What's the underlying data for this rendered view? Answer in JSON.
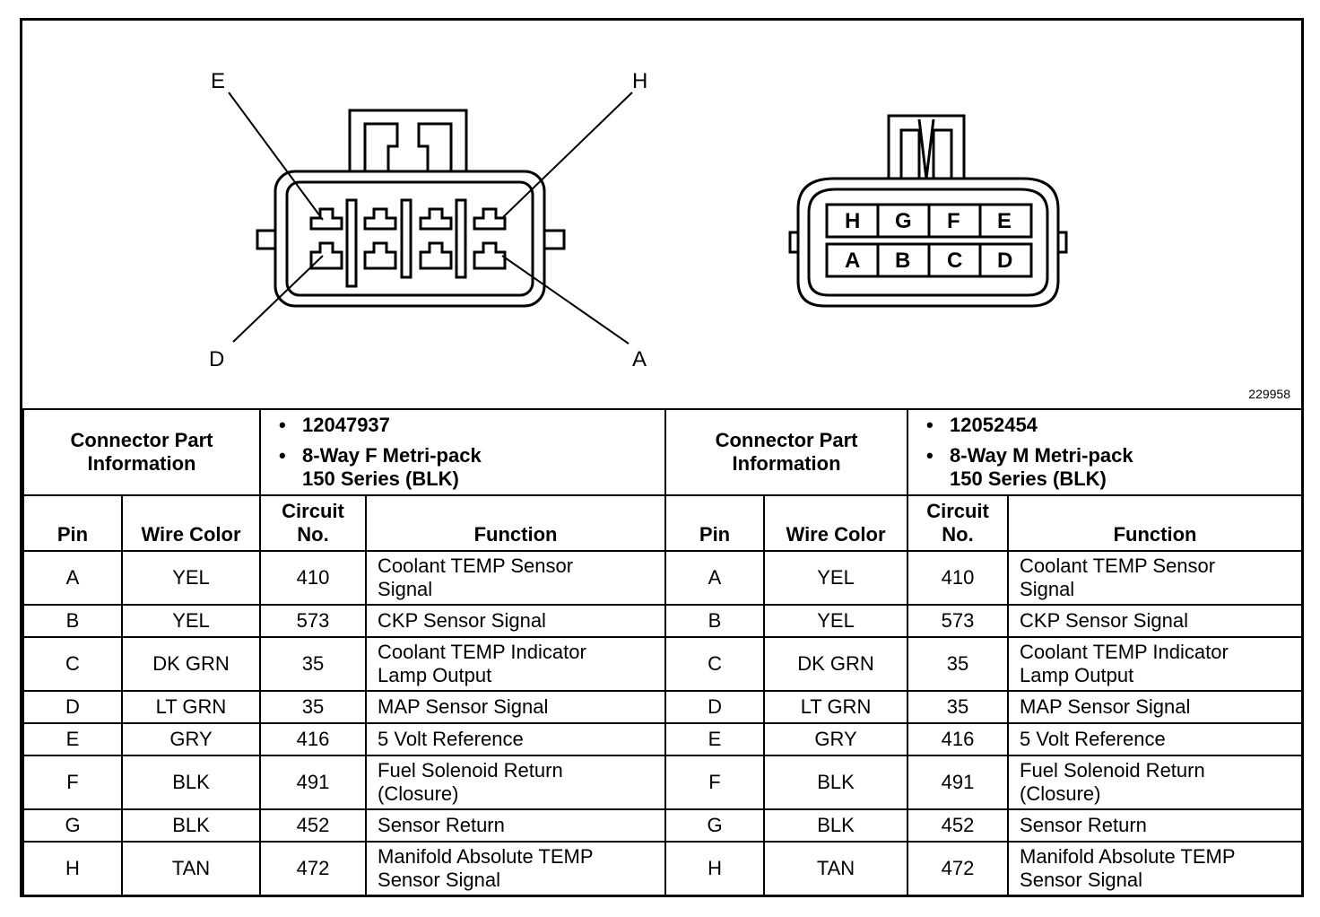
{
  "figure": {
    "callouts": {
      "e": "E",
      "h": "H",
      "d": "D",
      "a": "A"
    },
    "male_pin_labels_top": [
      "H",
      "G",
      "F",
      "E"
    ],
    "male_pin_labels_bottom": [
      "A",
      "B",
      "C",
      "D"
    ],
    "figure_number": "229958"
  },
  "connectors": [
    {
      "part_info_label_line1": "Connector Part",
      "part_info_label_line2": "Information",
      "part_number": "12047937",
      "description_line1": "8-Way F Metri-pack",
      "description_line2": "150 Series (BLK)"
    },
    {
      "part_info_label_line1": "Connector Part",
      "part_info_label_line2": "Information",
      "part_number": "12052454",
      "description_line1": "8-Way M Metri-pack",
      "description_line2": "150 Series (BLK)"
    }
  ],
  "bullet": "•",
  "columns": {
    "pin": "Pin",
    "wire_color": "Wire Color",
    "circuit_line1": "Circuit",
    "circuit_line2": "No.",
    "function": "Function"
  },
  "rows": [
    {
      "pin": "A",
      "wire": "YEL",
      "circuit": "410",
      "f1": "Coolant TEMP Sensor",
      "f2": "Signal"
    },
    {
      "pin": "B",
      "wire": "YEL",
      "circuit": "573",
      "f1": "CKP Sensor Signal",
      "f2": ""
    },
    {
      "pin": "C",
      "wire": "DK GRN",
      "circuit": "35",
      "f1": "Coolant TEMP Indicator",
      "f2": "Lamp Output"
    },
    {
      "pin": "D",
      "wire": "LT GRN",
      "circuit": "35",
      "f1": "MAP Sensor Signal",
      "f2": ""
    },
    {
      "pin": "E",
      "wire": "GRY",
      "circuit": "416",
      "f1": "5 Volt Reference",
      "f2": ""
    },
    {
      "pin": "F",
      "wire": "BLK",
      "circuit": "491",
      "f1": "Fuel Solenoid Return",
      "f2": "(Closure)"
    },
    {
      "pin": "G",
      "wire": "BLK",
      "circuit": "452",
      "f1": "Sensor Return",
      "f2": ""
    },
    {
      "pin": "H",
      "wire": "TAN",
      "circuit": "472",
      "f1": "Manifold Absolute TEMP",
      "f2": "Sensor Signal"
    }
  ]
}
